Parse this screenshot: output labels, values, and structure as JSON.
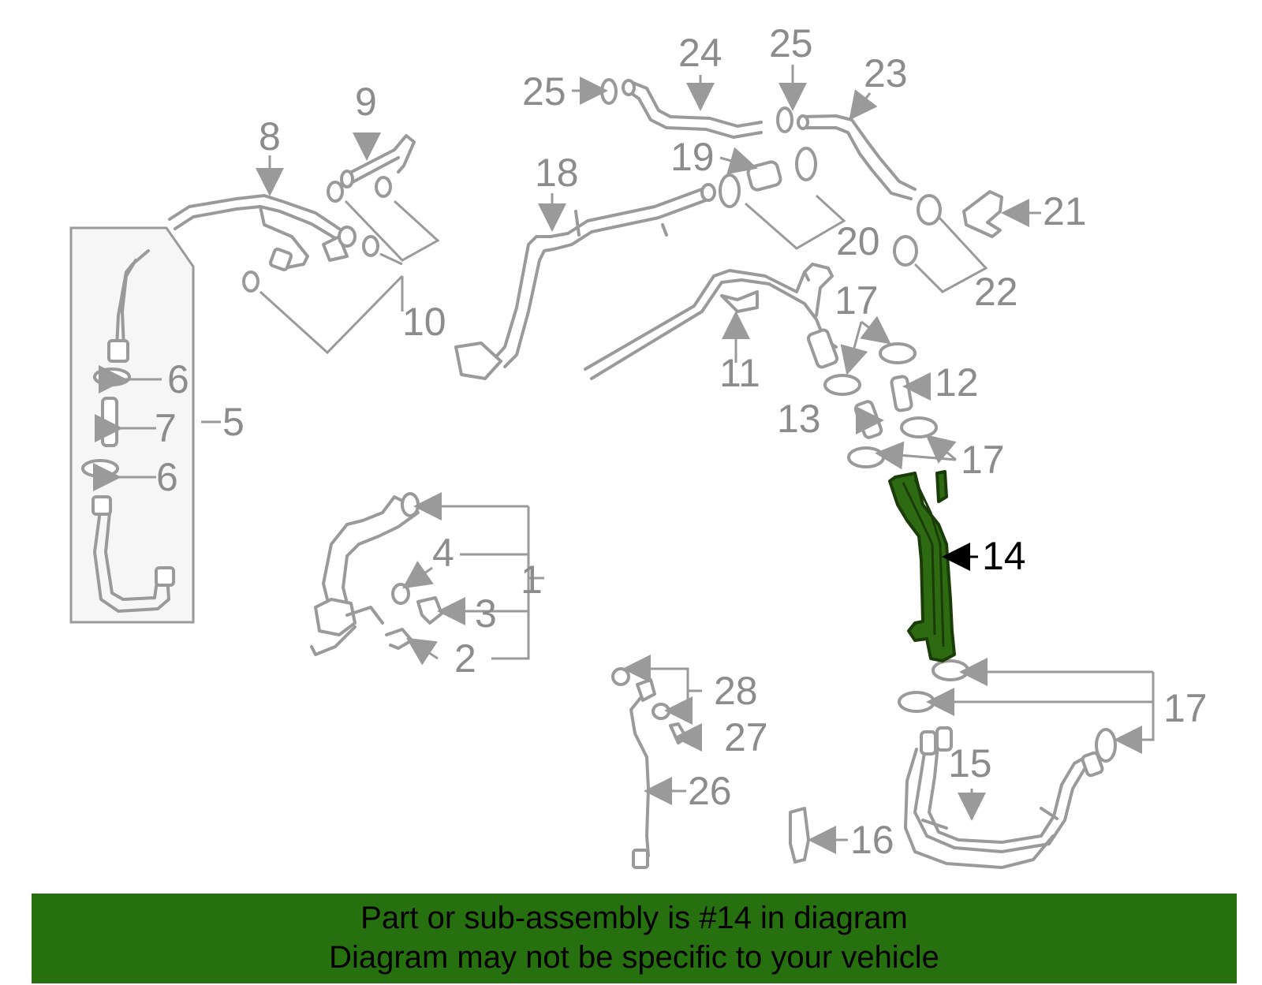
{
  "callouts": {
    "c1": "1",
    "c2": "2",
    "c3": "3",
    "c4": "4",
    "c5": "5",
    "c6a": "6",
    "c6b": "6",
    "c7": "7",
    "c8": "8",
    "c9": "9",
    "c10": "10",
    "c11": "11",
    "c12": "12",
    "c13": "13",
    "c14": "14",
    "c15": "15",
    "c16": "16",
    "c17a": "17",
    "c17b": "17",
    "c17c": "17",
    "c18": "18",
    "c19": "19",
    "c20": "20",
    "c21": "21",
    "c22": "22",
    "c23": "23",
    "c24": "24",
    "c25a": "25",
    "c25b": "25",
    "c26": "26",
    "c27": "27",
    "c28": "28"
  },
  "highlight": {
    "part": "14",
    "color": "#2d6a12"
  },
  "banner": {
    "line1": "Part or sub-assembly is #14 in diagram",
    "line2": "Diagram may not be specific to your vehicle",
    "color": "#27700f"
  }
}
